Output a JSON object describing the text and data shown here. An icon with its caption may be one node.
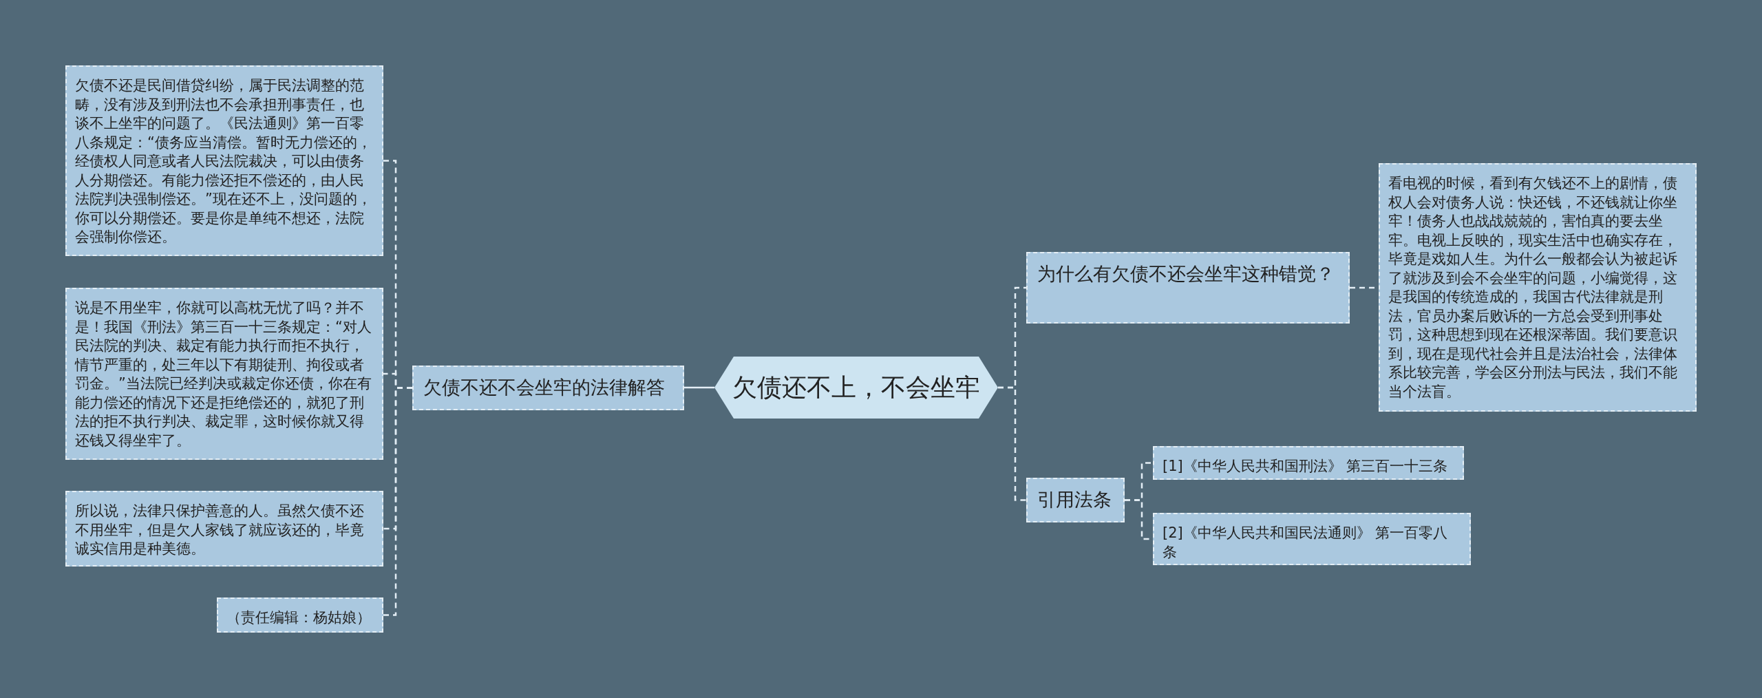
{
  "diagram": {
    "nodes": [
      {
        "text": [
          "欠债还不上，不会坐牢"
        ]
      },
      {
        "text": [
          "欠债不还不会坐牢的法律解答"
        ]
      },
      {
        "text": [
          "欠债不还是民间借贷纠纷，属于民法调整的范畴，没有涉及到刑法也不会承担刑事责任，也谈不上坐牢的问题了。《民法通则》第一百零八条规定：“债务应当清偿。暂时无力偿还的，经债权人同意或者人民法院裁决，可以由债务人分期偿还。有能力偿还拒不偿还的，由人民法院判决强制偿还。”现在还不上，没问题的，你可以分期偿还。要是你是单纯不想还，法院会强制你偿还。"
        ]
      },
      {
        "text": [
          "说是不用坐牢，你就可以高枕无忧了吗？并不是！我国《刑法》第三百一十三条规定：“对人民法院的判决、裁定有能力执行而拒不执行，情节严重的，处三年以下有期徒刑、拘役或者罚金。”当法院已经判决或裁定你还债，你在有能力偿还的情况下还是拒绝偿还的，就犯了刑法的拒不执行判决、裁定罪，这时候你就又得还钱又得坐牢了。"
        ]
      },
      {
        "text": [
          "所以说，法律只保护善意的人。虽然欠债不还不用坐牢，但是欠人家钱了就应该还的，毕竟诚实信用是种美德。"
        ]
      },
      {
        "text": [
          "（责任编辑：杨姑娘）"
        ]
      },
      {
        "text": [
          "为什么有欠债不还会坐牢这种错觉？"
        ]
      },
      {
        "text": [
          "看电视的时候，看到有欠钱还不上的剧情，债权人会对债务人说：快还钱，不还钱就让你坐牢！债务人也战战兢兢的，害怕真的要去坐牢。电视上反映的，现实生活中也确实存在，毕竟是戏如人生。为什么一般都会认为被起诉了就涉及到会不会坐牢的问题，小编觉得，这是我国的传统造成的，我国古代法律就是刑法，官员办案后败诉的一方总会受到刑事处罚，这种思想到现在还根深蒂固。我们要意识到，现在是现代社会并且是法治社会，法律体系比较完善，学会区分刑法与民法，我们不能当个法盲。"
        ]
      },
      {
        "text": [
          "引用法条"
        ]
      },
      {
        "text": [
          "[1]《中华人民共和国刑法》 第三百一十三条"
        ]
      },
      {
        "text": [
          "[2]《中华人民共和国民法通则》 第一百零八条"
        ]
      }
    ],
    "edges": [
      {
        "from": 0,
        "to": 1,
        "arrow": "none"
      },
      {
        "from": 1,
        "to": 2,
        "arrow": "none",
        "style": "dashed"
      },
      {
        "from": 1,
        "to": 3,
        "arrow": "none",
        "style": "dashed"
      },
      {
        "from": 1,
        "to": 4,
        "arrow": "none",
        "style": "dashed"
      },
      {
        "from": 1,
        "to": 5,
        "arrow": "none",
        "style": "dashed"
      },
      {
        "from": 0,
        "to": 6,
        "arrow": "none",
        "style": "dashed"
      },
      {
        "from": 6,
        "to": 7,
        "arrow": "none",
        "style": "dashed"
      },
      {
        "from": 0,
        "to": 8,
        "arrow": "none",
        "style": "dashed"
      },
      {
        "from": 8,
        "to": 9,
        "arrow": "none",
        "style": "dashed"
      },
      {
        "from": 8,
        "to": 10,
        "arrow": "none",
        "style": "dashed"
      }
    ]
  }
}
